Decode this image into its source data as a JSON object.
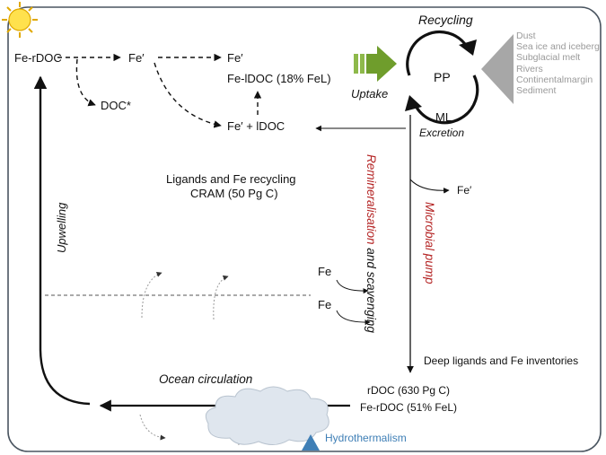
{
  "recycling": "Recycling",
  "pp": "PP",
  "ml": "ML",
  "uptake": "Uptake",
  "excretion": "Excretion",
  "sources": [
    "Dust",
    "Sea ice and iceberg",
    "Subglacial melt",
    "Rivers",
    "Continentalmargin",
    "Sediment"
  ],
  "fe_rdoc_top": "Fe-rDOC",
  "fe_prime_1": "Fe′",
  "fe_prime_2": "Fe′",
  "fe_ldoc": "Fe-lDOC (18% FeL)",
  "doc_star": "DOC*",
  "fe_plus_ldoc": "Fe′ + lDOC",
  "fe_prime_3": "Fe′",
  "ligands_title": "Ligands and Fe recycling",
  "cram": "CRAM (50 Pg C)",
  "upwelling": "Upwelling",
  "remin_part1": "Remineralisation",
  "remin_part2": " and scavenging",
  "microbial_pump": "Microbial pump",
  "fe_a": "Fe",
  "fe_b": "Fe",
  "deep_inventories": "Deep ligands and Fe inventories",
  "ocean_circulation": "Ocean circulation",
  "rdoc": "rDOC (630 Pg C)",
  "fe_rdoc_bottom": "Fe-rDOC (51% FeL)",
  "hydrothermalism": "Hydrothermalism",
  "colors": {
    "sun_fill": "#ffe14d",
    "sun_stroke": "#e0a800",
    "frame": "#4a5560",
    "uptake_arrow": "#6f9d2c",
    "source_wedge": "#a7a7a7",
    "remin_red": "#b42323",
    "cloud": "#dfe6ee",
    "vent": "#3f7fb6"
  }
}
